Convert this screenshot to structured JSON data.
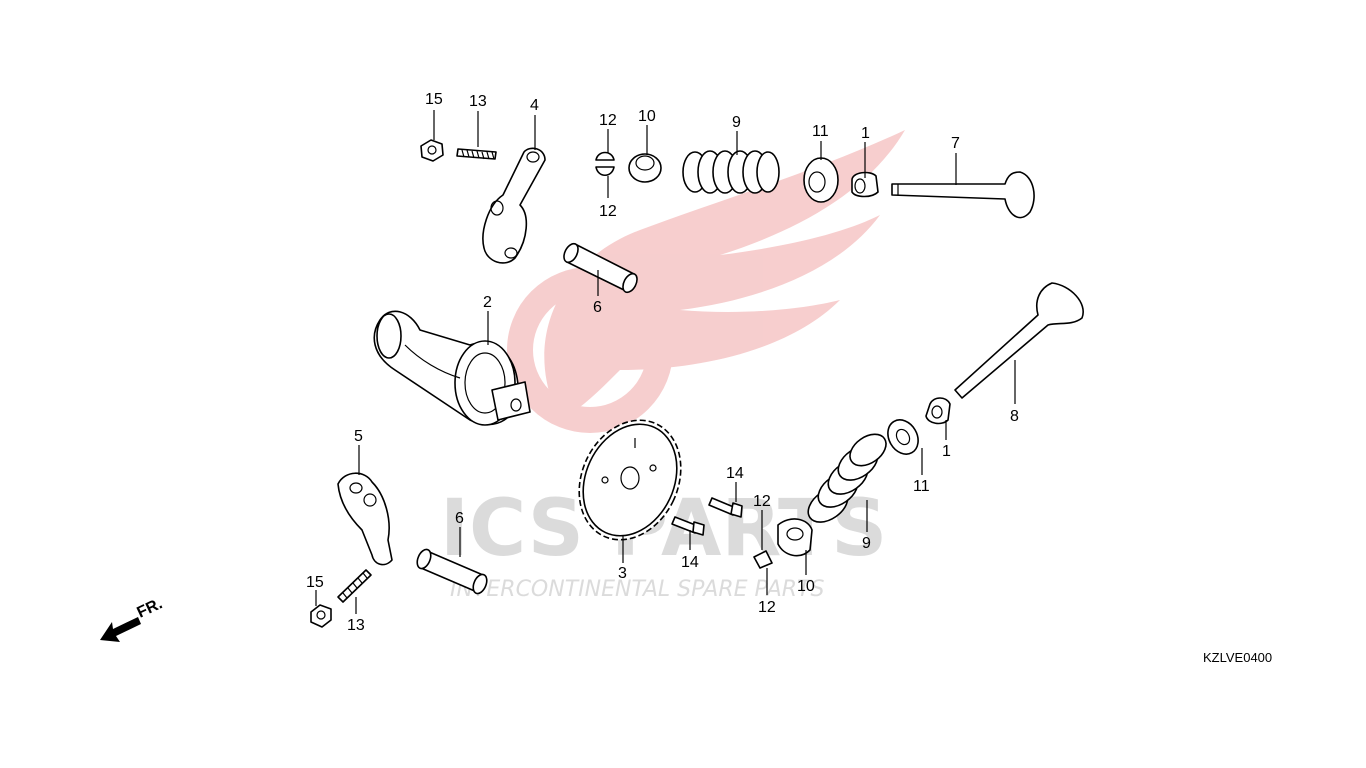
{
  "diagram": {
    "code": "KZLVE0400",
    "front_marker": "FR.",
    "watermark": {
      "brand_text": "ICS PARTS",
      "subtitle": "INTERCONTINENTAL SPARE PARTS"
    },
    "callouts": {
      "c15a": "15",
      "c13a": "13",
      "c4": "4",
      "c12a": "12",
      "c12b": "12",
      "c10a": "10",
      "c9a": "9",
      "c11a": "11",
      "c1a": "1",
      "c7": "7",
      "c6a": "6",
      "c2": "2",
      "c8": "8",
      "c1b": "1",
      "c11b": "11",
      "c5": "5",
      "c14a": "14",
      "c12c": "12",
      "c9b": "9",
      "c6b": "6",
      "c14b": "14",
      "c3": "3",
      "c10b": "10",
      "c12d": "12",
      "c15b": "15",
      "c13b": "13"
    }
  }
}
